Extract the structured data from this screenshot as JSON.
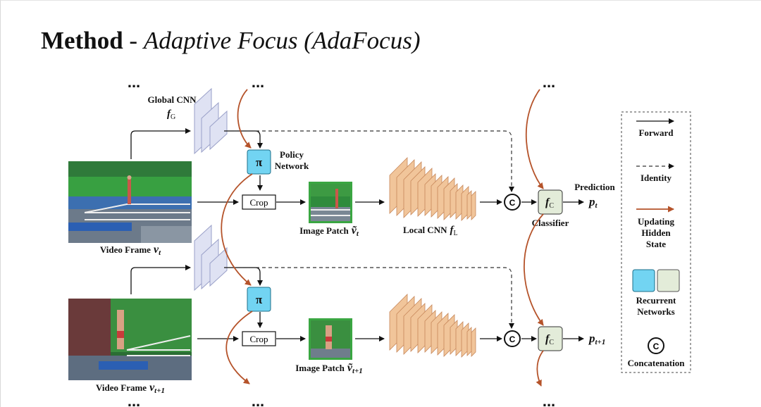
{
  "title": {
    "strong": "Method",
    "separator": " - ",
    "emph": "Adaptive Focus (AdaFocus)"
  },
  "ellipsis": "...",
  "labels": {
    "global_cnn": "Global CNN",
    "global_cnn_symbol": "f",
    "global_cnn_sub": "G",
    "policy_symbol": "π",
    "policy_line1": "Policy",
    "policy_line2": "Network",
    "crop": "Crop",
    "local_cnn": "Local CNN",
    "local_cnn_symbol": "f",
    "local_cnn_sub": "L",
    "concat_symbol": "C",
    "classifier_symbol": "f",
    "classifier_sub": "C",
    "classifier": "Classifier",
    "prediction": "Prediction",
    "p_symbol": "p",
    "p_sub_t": "t",
    "p_sub_t1": "t+1",
    "video_frame": "Video Frame",
    "v_symbol": "v",
    "v_sub_t": "t",
    "v_sub_t1": "t+1",
    "image_patch": "Image Patch",
    "vtilde_symbol": "ṽ"
  },
  "legend": {
    "forward": "Forward",
    "identity": "Identity",
    "updating": [
      "Updating",
      "Hidden",
      "State"
    ],
    "recurrent": [
      "Recurrent",
      "Networks"
    ],
    "concat_symbol": "C",
    "concatenation": "Concatenation"
  },
  "colors": {
    "recurrent_hidden": "#b5532a",
    "policy_fill": "#72d4f2",
    "classifier_fill": "#e3ecd9",
    "cnn_fill": "#f1c59a",
    "global_cnn_fill": "#dfe2f3",
    "patch_border": "#3aa642"
  }
}
